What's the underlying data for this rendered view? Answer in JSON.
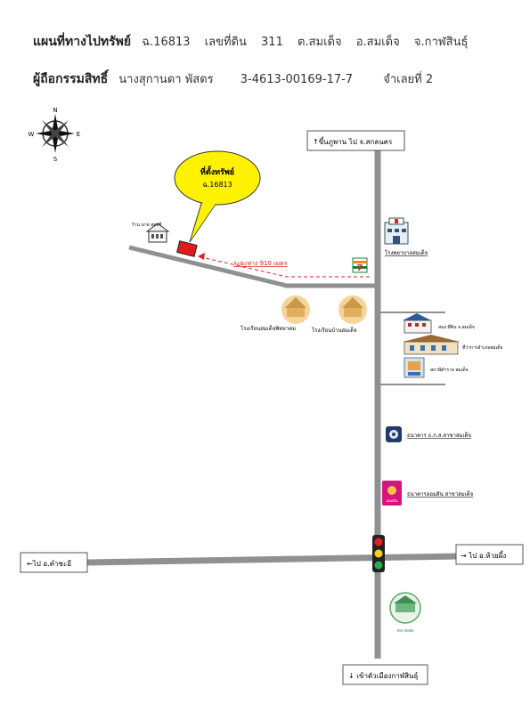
{
  "header": {
    "line1_label": "แผนที่ทางไปทรัพย์",
    "deed": "ฉ.16813",
    "land_no_label": "เลขที่ดิน",
    "land_no": "311",
    "tambon": "ต.สมเด็จ",
    "amphoe": "อ.สมเด็จ",
    "province": "จ.กาฬสินธุ์",
    "line2_label": "ผู้ถือกรรมสิทธิ์",
    "owner": "นางสุกานดา พัสดร",
    "owner_id": "3-4613-00169-17-7",
    "case_label": "จำเลยที่ 2"
  },
  "compass": {
    "n": "N",
    "s": "S",
    "e": "E",
    "w": "W"
  },
  "callout": {
    "title": "ที่ตั้งทรัพย์",
    "deed": "ฉ.16813"
  },
  "distance_label": "ระยะทาง 910 เมตร",
  "road_signs": {
    "north": "↑ขึ้นภูพาน ไป จ.สกลนคร",
    "west": "←ไป อ.คำชะอี",
    "east": "→ ไป อ.ห้วยผึ้ง",
    "south": "↓ เข้าตัวเมืองกาฬสินธุ์"
  },
  "landmarks": {
    "shop": "ร้าน นาย สมศรี",
    "hospital": "โรงพยาบาลสมเด็จ",
    "school1": "โรงเรียนสมเด็จพิทยาคม",
    "school2": "โรงเรียนบ้านสมเด็จ",
    "office1": "สนง.ที่ดิน จ.สมเด็จ",
    "office2": "ที่ว่าการอำเภอสมเด็จ",
    "police": "สถานีตำรวจ สมเด็จ",
    "bank1": "ธนาคาร ธ.ก.ส.สาขาสมเด็จ",
    "bank2": "ธนาคารออมสิน สาขาสมเด็จ",
    "market": "ตลาดสด",
    "seven": "7",
    "gsb_badge": "ออมสิน"
  },
  "colors": {
    "road": "#909090",
    "marker": "#e41b1b",
    "callout_fill": "#fff200",
    "route": "#e02020",
    "sign_border": "#555555"
  }
}
